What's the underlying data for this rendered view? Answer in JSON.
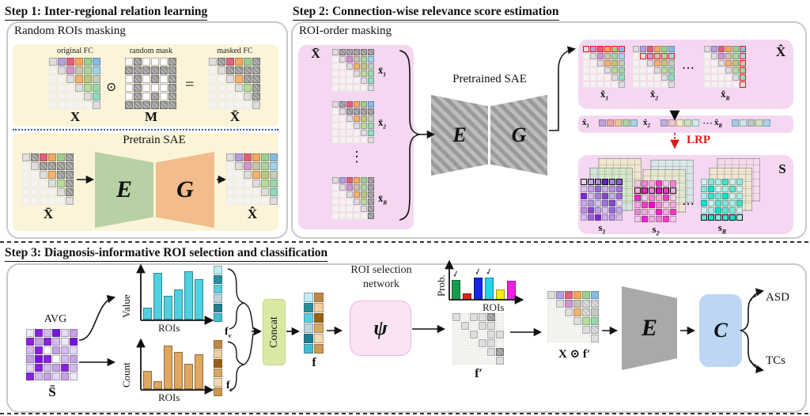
{
  "labels": {
    "step1_title": "Step 1: Inter-regional relation learning",
    "step2_title": "Step 2: Connection-wise relevance score estimation",
    "step3_title": "Step 3: Diagnosis-informative ROI selection and classification",
    "random_rois": "Random ROIs masking",
    "roi_order": "ROI-order masking",
    "original_fc": "original FC",
    "random_mask": "random mask",
    "masked_fc": "masked FC",
    "X": "X",
    "M": "M",
    "Xbar": "X̄",
    "Xhat": "X̂",
    "pretrain_sae": "Pretrain SAE",
    "pretrained_sae": "Pretrained SAE",
    "enc": "E",
    "dec": "G",
    "xbar1": {
      "b": "x̄",
      "s": "1"
    },
    "xbar2": {
      "b": "x̄",
      "s": "2"
    },
    "xbarR": {
      "b": "x̄",
      "s": "R"
    },
    "Xhat1": {
      "b": "x̂",
      "s": "1"
    },
    "Xhat2": {
      "b": "x̂",
      "s": "2"
    },
    "XhatR": {
      "b": "x̂",
      "s": "R"
    },
    "xh1": {
      "b": "x̂",
      "s": "1"
    },
    "xh2": {
      "b": "x̂",
      "s": "2"
    },
    "xhR": {
      "b": "x̂",
      "s": "R"
    },
    "s1": {
      "b": "s",
      "s": "1"
    },
    "s2": {
      "b": "s",
      "s": "2"
    },
    "sR": {
      "b": "s",
      "s": "R"
    },
    "S": "S",
    "lrp": "LRP",
    "avg": "AVG",
    "Sbar": "S̄",
    "value": "Value",
    "count": "Count",
    "prob": "Prob.",
    "rois": "ROIs",
    "fv": {
      "b": "f",
      "s": "v"
    },
    "fc": {
      "b": "f",
      "s": "c"
    },
    "f": "f",
    "fprime": "f′",
    "concat": "Concat",
    "roi_sel1": "ROI selection",
    "roi_sel2": "network",
    "psi": "ψ",
    "xf": "X ⊙ f′",
    "clf": "C",
    "asd": "ASD",
    "tcs": "TCs"
  },
  "glyphs": {
    "dot_product": "⊙",
    "equals": "=",
    "vdots": "⋮",
    "cdots": "⋯",
    "check": "✓"
  },
  "colors": {
    "panel_yellow": "#fcf4d9",
    "panel_pink": "#f6d7f2",
    "box_border": "#c9c9c9",
    "encoder_green": "#b7d1a5",
    "decoder_orange": "#f2bc8c",
    "gray_encoder": "#a9a9a9",
    "concat_green": "#d9e9a3",
    "psi_pink": "#fae3f3",
    "clf_blue": "#bcd6f4",
    "lrp_red": "#e01818",
    "value_cyan": "#4fd0e0",
    "count_orange": "#dfa75f"
  },
  "charts": {
    "value": {
      "maxH": 62,
      "barWidth": 11,
      "gap": 2,
      "color": "#4fd0e0",
      "bars": [
        {
          "v": 0.24
        },
        {
          "v": 0.95
        },
        {
          "v": 0.48
        },
        {
          "v": 0.62
        },
        {
          "v": 0.98
        },
        {
          "v": 0.82
        }
      ]
    },
    "count": {
      "maxH": 55,
      "barWidth": 11,
      "gap": 2,
      "color": "#dfa75f",
      "bars": [
        {
          "v": 0.42
        },
        {
          "v": 0.18
        },
        {
          "v": 1.0
        },
        {
          "v": 0.85
        },
        {
          "v": 0.58
        },
        {
          "v": 0.8
        }
      ]
    },
    "prob": {
      "maxH": 28,
      "barWidth": 11,
      "gap": 3,
      "bars": [
        {
          "v": 0.9,
          "c": "#169c4c",
          "check": true
        },
        {
          "v": 0.28,
          "c": "#e21f1f"
        },
        {
          "v": 1.0,
          "c": "#1726e0",
          "check": true
        },
        {
          "v": 1.0,
          "c": "#25d2ea",
          "check": true
        },
        {
          "v": 0.45,
          "c": "#f2ef11"
        },
        {
          "v": 0.85,
          "c": "#ee1fe3"
        }
      ]
    }
  },
  "matrices": {
    "X": {
      "cell": 10,
      "rows": [
        [
          "D",
          "#b49fdd",
          "#e0607a",
          "#f2a85c",
          "#9ccf8f",
          "#85bbe8"
        ],
        [
          ".",
          "D",
          "#cf97cf",
          "#c9c4ae",
          "#a9d69e",
          "#9ed3ea"
        ],
        [
          ".",
          ".",
          "D",
          "#f2b36e",
          "#bac77f",
          "#c2ccc0"
        ],
        [
          ".",
          ".",
          ".",
          "D",
          "#b5dd9b",
          "#9bd6ad"
        ],
        [
          ".",
          ".",
          ".",
          ".",
          "D",
          "#8edcc3"
        ],
        [
          ".",
          ".",
          ".",
          ".",
          ".",
          "D"
        ]
      ]
    },
    "Mmask": {
      "cell": 10,
      "rows": [
        [
          "W",
          "H",
          "W",
          "W",
          "W",
          "H"
        ],
        [
          "H",
          "H",
          "H",
          "H",
          "H",
          "H"
        ],
        [
          "W",
          "H",
          "W",
          "H",
          "W",
          "H"
        ],
        [
          "W",
          "H",
          "W",
          "W",
          "W",
          "H"
        ],
        [
          "W",
          "H",
          "W",
          "H",
          "W",
          "H"
        ],
        [
          "H",
          "H",
          "H",
          "H",
          "H",
          "H"
        ]
      ]
    },
    "Xmask": {
      "cell": 10,
      "rows": [
        [
          "D",
          "H",
          "#e0607a",
          "#f2a85c",
          "#9ccf8f",
          "H"
        ],
        [
          ".",
          "D",
          "H",
          "H",
          "H",
          "H"
        ],
        [
          ".",
          ".",
          "D",
          "#f2b36e",
          "H",
          "H"
        ],
        [
          ".",
          ".",
          ".",
          "D",
          "#b5dd9b",
          "H"
        ],
        [
          ".",
          ".",
          ".",
          ".",
          "D",
          "H"
        ],
        [
          ".",
          ".",
          ".",
          ".",
          ".",
          "D"
        ]
      ]
    },
    "Xbar1": {
      "cell": 8,
      "rows": [
        [
          "D",
          "H",
          "H",
          "H",
          "H",
          "H"
        ],
        [
          ".",
          "D",
          "#cf97cf",
          "#c9c4ae",
          "#a9d69e",
          "#9ed3ea"
        ],
        [
          ".",
          ".",
          "D",
          "#f2b36e",
          "#bac77f",
          "#c2ccc0"
        ],
        [
          ".",
          ".",
          ".",
          "D",
          "#b5dd9b",
          "#9bd6ad"
        ],
        [
          ".",
          ".",
          ".",
          ".",
          "D",
          "#8edcc3"
        ],
        [
          ".",
          ".",
          ".",
          ".",
          ".",
          "D"
        ]
      ]
    },
    "Xbar2": {
      "cell": 8,
      "rows": [
        [
          "D",
          "H",
          "#e0607a",
          "#f2a85c",
          "#9ccf8f",
          "#85bbe8"
        ],
        [
          ".",
          "D",
          "H",
          "H",
          "H",
          "H"
        ],
        [
          ".",
          ".",
          "D",
          "#f2b36e",
          "#bac77f",
          "#c2ccc0"
        ],
        [
          ".",
          ".",
          ".",
          "D",
          "#b5dd9b",
          "#9bd6ad"
        ],
        [
          ".",
          ".",
          ".",
          ".",
          "D",
          "#8edcc3"
        ],
        [
          ".",
          ".",
          ".",
          ".",
          ".",
          "D"
        ]
      ]
    },
    "XbarR": {
      "cell": 8,
      "rows": [
        [
          "D",
          "#b49fdd",
          "#e0607a",
          "#f2a85c",
          "#9ccf8f",
          "H"
        ],
        [
          ".",
          "D",
          "#cf97cf",
          "#c9c4ae",
          "#a9d69e",
          "H"
        ],
        [
          ".",
          ".",
          "D",
          "#f2b36e",
          "#bac77f",
          "H"
        ],
        [
          ".",
          ".",
          ".",
          "D",
          "#b5dd9b",
          "H"
        ],
        [
          ".",
          ".",
          ".",
          ".",
          "D",
          "H"
        ],
        [
          ".",
          ".",
          ".",
          ".",
          ".",
          "H"
        ]
      ]
    },
    "Xhat1": {
      "cell": 8,
      "rows": [
        [
          "D!r",
          "#b49fdd!r",
          "#e0607a!r",
          "#f2a85c!r",
          "#9ccf8f!r",
          "#85bbe8!r"
        ],
        [
          ".",
          "D",
          "#cf97cf",
          "#c9c4ae",
          "#a9d69e",
          "#9ed3ea"
        ],
        [
          ".",
          ".",
          "D",
          "#f2b36e",
          "#bac77f",
          "#c2ccc0"
        ],
        [
          ".",
          ".",
          ".",
          "D",
          "#b5dd9b",
          "#9bd6ad"
        ],
        [
          ".",
          ".",
          ".",
          ".",
          "D",
          "#8edcc3"
        ],
        [
          ".",
          ".",
          ".",
          ".",
          ".",
          "D"
        ]
      ]
    },
    "Xhat2": {
      "cell": 8,
      "rows": [
        [
          "D",
          "#b49fdd",
          "#e0607a",
          "#f2a85c",
          "#9ccf8f",
          "#85bbe8"
        ],
        [
          ".",
          "D!r",
          "#cf97cf!r",
          "#c9c4ae!r",
          "#a9d69e!r",
          "#9ed3ea!r"
        ],
        [
          ".",
          ".",
          "D",
          "#f2b36e",
          "#bac77f",
          "#c2ccc0"
        ],
        [
          ".",
          ".",
          ".",
          "D",
          "#b5dd9b",
          "#9bd6ad"
        ],
        [
          ".",
          ".",
          ".",
          ".",
          "D",
          "#8edcc3"
        ],
        [
          ".",
          ".",
          ".",
          ".",
          ".",
          "D"
        ]
      ]
    },
    "XhatR": {
      "cell": 8,
      "rows": [
        [
          "D",
          "#b49fdd",
          "#e0607a",
          "#f2a85c",
          "#9ccf8f",
          "#85bbe8!r"
        ],
        [
          ".",
          "D",
          "#cf97cf",
          "#c9c4ae",
          "#a9d69e",
          "#9ed3ea!r"
        ],
        [
          ".",
          ".",
          "D",
          "#f2b36e",
          "#bac77f",
          "#c2ccc0!r"
        ],
        [
          ".",
          ".",
          ".",
          "D",
          "#b5dd9b",
          "#9bd6ad!r"
        ],
        [
          ".",
          ".",
          ".",
          ".",
          "D",
          "#8edcc3!r"
        ],
        [
          ".",
          ".",
          ".",
          ".",
          ".",
          "D!r"
        ]
      ]
    },
    "S1": {
      "cell": 8,
      "rows": [
        [
          "#e6d4f2!k",
          "#c6a3e8!k",
          "#b088dd!k",
          "#6b1fd0!k",
          "#a87fe0!k",
          "#8f56d6!k"
        ],
        [
          "#d9c2ee",
          "#c3a0e8",
          "#9a66d9",
          "#c9ace9",
          "#b591e2",
          "#a171dd"
        ],
        [
          "#7a2ad4",
          "#d4bdf0",
          "#ab7ce0",
          "#8846cc",
          "#c9ace9",
          "#9a66d9"
        ],
        [
          "#c9ace9",
          "#b591e2",
          "#d9c2ee",
          "#a171dd",
          "#8846cc",
          "#e6d4f2"
        ],
        [
          "#b591e2",
          "#8846cc",
          "#c3a0e8",
          "#d9c2ee",
          "#9a66d9",
          "#c9ace9"
        ],
        [
          "#d4bdf0",
          "#9a66d9",
          "#7a2ad4",
          "#c9ace9",
          "#b591e2",
          "#d9c2ee"
        ]
      ]
    },
    "S2": {
      "cell": 8,
      "rows": [
        [
          "#f6c9ec",
          "#ea86d6",
          "#f2aae2",
          "#ef3bc8",
          "#f6c9ec",
          "#ea86d6"
        ],
        [
          "#f2aae2!k",
          "#ee22cc!k",
          "#ea86d6!k",
          "#ff00d4!k",
          "#ef3bc8!k",
          "#f2aae2!k"
        ],
        [
          "#ee22cc",
          "#f6c9ec",
          "#ea86d6",
          "#f2aae2",
          "#ef3bc8",
          "#f6c9ec"
        ],
        [
          "#f2aae2",
          "#ef3bc8",
          "#ff00d4",
          "#ea86d6",
          "#f6c9ec",
          "#f2aae2"
        ],
        [
          "#ea86d6",
          "#f2aae2",
          "#f6c9ec",
          "#ee22cc",
          "#f2aae2",
          "#ef3bc8"
        ],
        [
          "#f6c9ec",
          "#ee22cc",
          "#f2aae2",
          "#ea86d6",
          "#ef3bc8",
          "#f6c9ec"
        ]
      ]
    },
    "SR": {
      "cell": 8,
      "rows": [
        [
          "#cdf2ee",
          "#7fe8dc",
          "#a9efe7",
          "#3fe0cf",
          "#cdf2ee",
          "#8feadf"
        ],
        [
          "#7fe8dc",
          "#0fe2cc",
          "#cdf2ee",
          "#a9efe7",
          "#5fe4d4",
          "#cdf2ee"
        ],
        [
          "#a9efe7",
          "#3fe0cf",
          "#7fe8dc",
          "#0fe2cc",
          "#cdf2ee",
          "#a9efe7"
        ],
        [
          "#0fe2cc",
          "#cdf2ee",
          "#5fe4d4",
          "#7fe8dc",
          "#a9efe7",
          "#3fe0cf"
        ],
        [
          "#cdf2ee",
          "#a9efe7",
          "#0fe2cc",
          "#5fe4d4",
          "#7fe8dc",
          "#cdf2ee"
        ],
        [
          "#5fe4d4!k",
          "#0fe2cc!k",
          "#7fe8dc!k",
          "#3fe0cf!k",
          "#0fe2cc!k",
          "#a9efe7!k"
        ]
      ]
    },
    "Sbar": {
      "cell": 10,
      "rows": [
        [
          "#f0e8fa",
          "#8822dd",
          "#d4bbee",
          "#7711dd",
          "#e6d8f6",
          "#c3a3e3"
        ],
        [
          "#8822dd",
          "#c3a3e3",
          "#8822dd",
          "#d4bbee",
          "#f0e8fa",
          "#7711dd"
        ],
        [
          "#d4bbee",
          "#8822dd",
          "#ffffff",
          "#c3a3e3",
          "#d4bbee",
          "#e6d8f6"
        ],
        [
          "#c3a3e3",
          "#7711dd",
          "#8822dd",
          "#ffffff",
          "#d4bbee",
          "#c3a3e3"
        ],
        [
          "#e6d8f6",
          "#8822dd",
          "#d4bbee",
          "#c3a3e3",
          "#8822dd",
          "#d4bbee"
        ],
        [
          "#8822dd",
          "#d4bbee",
          "#c3a3e3",
          "#e6d8f6",
          "#c3a3e3",
          "#f0e8fa"
        ]
      ]
    },
    "fprime": {
      "cell": 10,
      "rows": [
        [
          "D",
          ".",
          "D",
          "D",
          "H",
          "."
        ],
        [
          ".",
          "D",
          ".",
          "D",
          "D",
          "."
        ],
        [
          ".",
          ".",
          "D",
          ".",
          "D",
          "D"
        ],
        [
          ".",
          ".",
          ".",
          "D",
          "D",
          "."
        ],
        [
          ".",
          ".",
          ".",
          ".",
          "D",
          "H"
        ],
        [
          ".",
          ".",
          ".",
          ".",
          ".",
          "D"
        ]
      ]
    },
    "Xf": {
      "cell": 10,
      "rows": [
        [
          "D",
          "#b49fdd",
          "#e0607a",
          "#f2a85c",
          "#9ccf8f",
          "#85bbe8"
        ],
        [
          ".",
          "D",
          "#cf97cf",
          "#c9c4ae",
          "L",
          "L"
        ],
        [
          ".",
          ".",
          "D",
          "#f2b36e",
          "L",
          "#c2ccc0"
        ],
        [
          ".",
          ".",
          ".",
          "D",
          "#b5dd9b",
          "#9bd6ad"
        ],
        [
          ".",
          ".",
          ".",
          ".",
          "D",
          "L"
        ],
        [
          ".",
          ".",
          ".",
          ".",
          ".",
          "D"
        ]
      ]
    },
    "fv": {
      "cell": 11,
      "rows": [
        [
          "#bfeef4"
        ],
        [
          "#2a8f9e"
        ],
        [
          "#55cfe0"
        ],
        [
          "#bcd4da"
        ],
        [
          "#1f7f90"
        ],
        [
          "#3fbfd4"
        ]
      ]
    },
    "fcv": {
      "cell": 11,
      "rows": [
        [
          "#c08840"
        ],
        [
          "#f0d0a0"
        ],
        [
          "#9a5f10"
        ],
        [
          "#d8a860"
        ],
        [
          "#f0d8b0"
        ],
        [
          "#cc9850"
        ]
      ]
    },
    "fvec": {
      "cell": 12,
      "rows": [
        [
          "#bfeef4",
          "#c08840"
        ],
        [
          "#2a8f9e",
          "#f0d0a0"
        ],
        [
          "#55cfe0",
          "#9a5f10"
        ],
        [
          "#bcd4da",
          "#d8a860"
        ],
        [
          "#1f7f90",
          "#f0d8b0"
        ],
        [
          "#3fbfd4",
          "#cc9850"
        ]
      ]
    },
    "xr1": {
      "cell": 9,
      "rows": [
        [
          "#b9a3dc",
          "#eda3ab",
          "#f0c59a",
          "#a8d3a2",
          "#a8d2ea"
        ]
      ]
    },
    "xr2": {
      "cell": 9,
      "rows": [
        [
          "#c3b0e2",
          "#f2c4c8",
          "#f2eec2",
          "#c2e6b8",
          "#cdeef0"
        ]
      ]
    },
    "xrR": {
      "cell": 9,
      "rows": [
        [
          "#a8cce8",
          "#c8e8ea",
          "#bcc8c4",
          "#cce4c0",
          "#a8d4ec"
        ]
      ]
    }
  }
}
